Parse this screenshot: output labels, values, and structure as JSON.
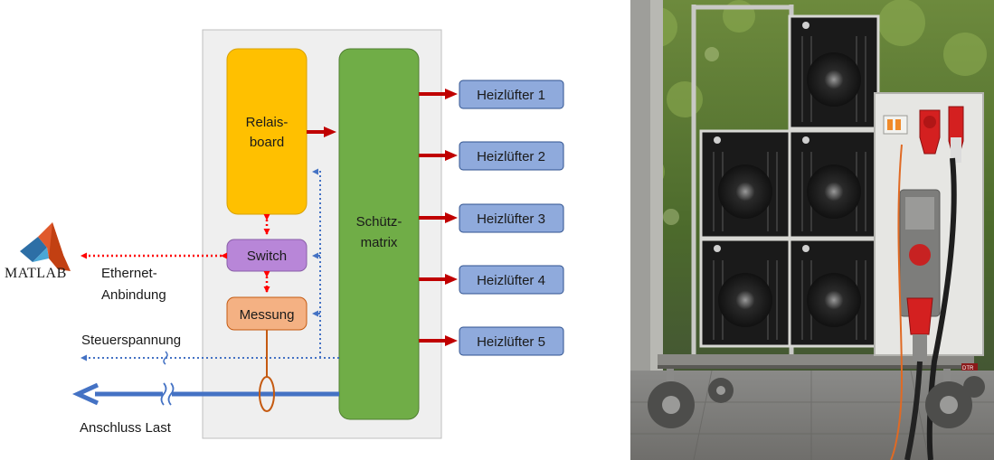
{
  "diagram": {
    "matlab_label": "MATLAB",
    "ethernet_label_line1": "Ethernet-",
    "ethernet_label_line2": "Anbindung",
    "steuer_label": "Steuerspannung",
    "anschluss_label": "Anschluss Last",
    "relais_line1": "Relais-",
    "relais_line2": "board",
    "switch_label": "Switch",
    "messung_label": "Messung",
    "schuetz_line1": "Schütz-",
    "schuetz_line2": "matrix",
    "heaters": [
      "Heizlüfter 1",
      "Heizlüfter 2",
      "Heizlüfter 3",
      "Heizlüfter 4",
      "Heizlüfter 5"
    ],
    "colors": {
      "enclosure": "#efefef",
      "relais": "#ffc000",
      "switch": "#b886d8",
      "messung": "#f4b183",
      "schuetz": "#70ad47",
      "heater": "#8faadc",
      "power_arrow": "#c00000",
      "ethernet": "#ff0000",
      "control": "#4472c4",
      "load": "#4472c4",
      "probe": "#c55a11"
    }
  },
  "photo": {
    "plug_labels": [
      "DTR"
    ]
  }
}
